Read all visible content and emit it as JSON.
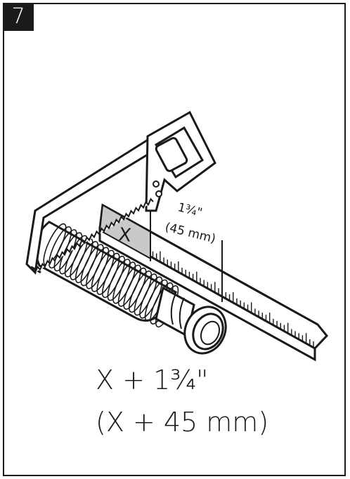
{
  "step": {
    "number": "7"
  },
  "illustration": {
    "marked_segment_label": "X",
    "dimension_label_inch": "1¾\"",
    "dimension_label_mm": "(45 mm)"
  },
  "caption": {
    "line1": "X + 1¾\"",
    "line2": "(X + 45 mm)"
  },
  "colors": {
    "ink": "#1a1a1a",
    "highlight": "#c9c9c9",
    "background": "#ffffff"
  }
}
